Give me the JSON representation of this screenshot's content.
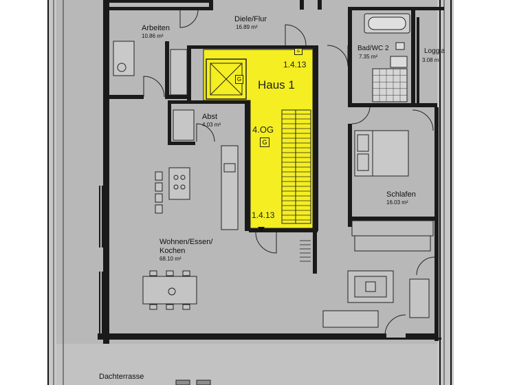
{
  "rooms": {
    "arbeiten": {
      "name": "Arbeiten",
      "area": "10.86 m²"
    },
    "diele": {
      "name": "Diele/Flur",
      "area": "16.89 m²"
    },
    "bad": {
      "name": "Bad/WC 2",
      "area": "7.35 m²"
    },
    "loggia": {
      "name": "Loggia",
      "area": "3.08 m²"
    },
    "abst": {
      "name": "Abst",
      "area": "4.03 m²"
    },
    "schlafen": {
      "name": "Schlafen",
      "area": "16.03 m²"
    },
    "wohnen": {
      "name": "Wohnen/Essen/",
      "name2": "Kochen",
      "area": "68.10 m²"
    },
    "dachterrasse": {
      "name": "Dachterrasse"
    }
  },
  "core": {
    "haus": "Haus 1",
    "floor": "4.OG",
    "code_top": "1.4.13",
    "code_bottom": "1.4.13",
    "g_badges": [
      "G",
      "G",
      "G"
    ]
  },
  "colors": {
    "plan_bg": "#b6b6b6",
    "wall": "#1a1a1a",
    "core_highlight": "#f4f01e",
    "terrace_bg": "#c4c4c4"
  }
}
